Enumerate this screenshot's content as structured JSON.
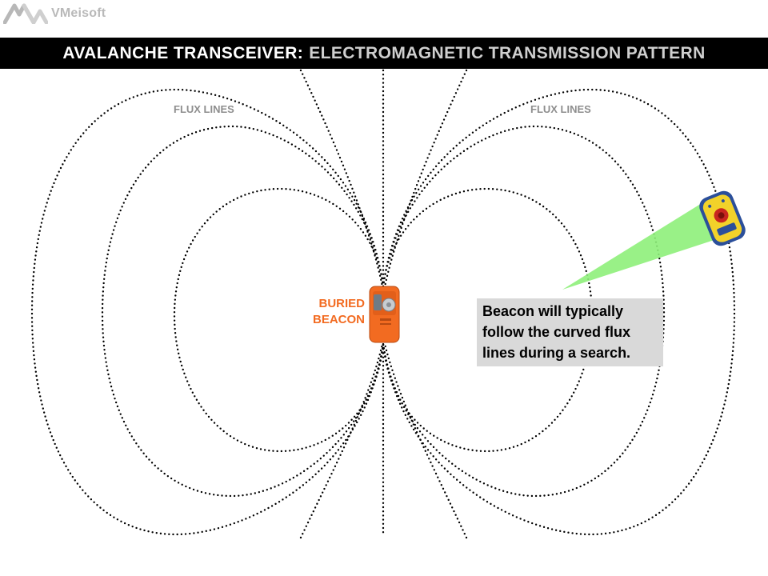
{
  "logo": {
    "text": "VMeisoft"
  },
  "title": {
    "main": "AVALANCHE TRANSCEIVER:",
    "sub": "ELECTROMAGNETIC TRANSMISSION PATTERN"
  },
  "labels": {
    "flux_left": "FLUX LINES",
    "flux_right": "FLUX LINES",
    "beacon_line1": "BURIED",
    "beacon_line2": "BEACON"
  },
  "callout": {
    "lines": [
      "Beacon will typically",
      "follow the curved flux",
      "lines during a search."
    ]
  },
  "colors": {
    "title_bar": "#000000",
    "title_main": "#ffffff",
    "title_sub": "#cfcfcf",
    "beacon": "#f26b21",
    "signal_beam": "#8ef07a",
    "callout_bg": "#d9d9d9",
    "flux_line": "#000000"
  },
  "icons": {
    "logo": "vmeisoft-logo-icon",
    "buried_beacon": "orange-transceiver-icon",
    "searcher": "yellow-transceiver-icon"
  }
}
